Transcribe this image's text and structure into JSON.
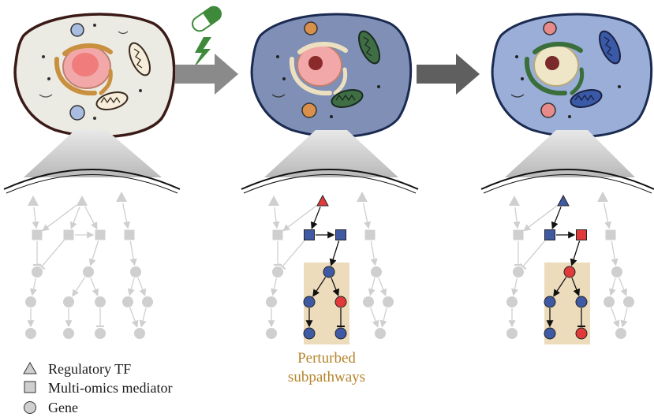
{
  "legend": {
    "items": [
      {
        "shape": "triangle",
        "label": "Regulatory TF"
      },
      {
        "shape": "square",
        "label": "Multi-omics mediator"
      },
      {
        "shape": "circle",
        "label": "Gene"
      }
    ]
  },
  "annotation": {
    "line1": "Perturbed",
    "line2": "subpathways"
  },
  "colors": {
    "inactive_node": "#cfcfcf",
    "blue_node": "#3f5aa3",
    "red_node": "#e03a3a",
    "highlight_box": "#ecdcbc",
    "arrow_gray": "#8a8a8a",
    "drug_green": "#3e8a3a",
    "annotation_text": "#b5832a"
  },
  "icons": {
    "drug": "pill-capsule-icon",
    "stimulus": "lightning-bolt-icon"
  }
}
